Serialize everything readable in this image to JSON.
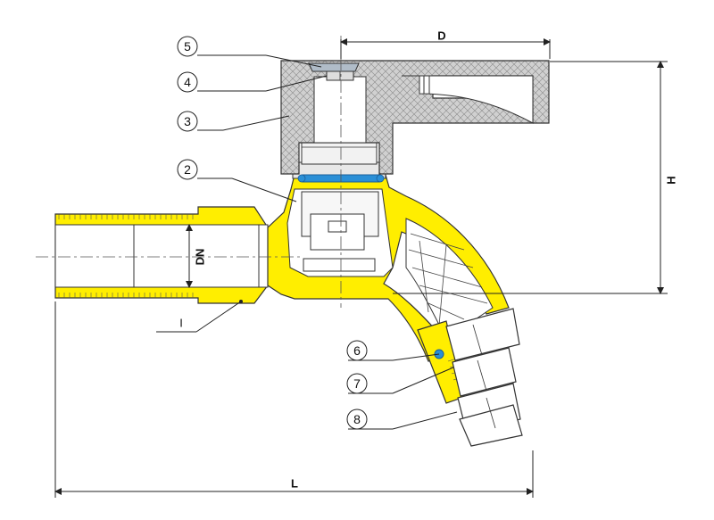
{
  "colors": {
    "brass": "#ffee00",
    "brass_stroke": "#333333",
    "handle_fill": "#c8c8c8",
    "handle_hatch": "#8a8a8a",
    "seal_ring": "#2a8fd6",
    "spindle": "#e8e8e8",
    "line": "#222222"
  },
  "callouts": [
    {
      "id": "5",
      "label": "5"
    },
    {
      "id": "4",
      "label": "4"
    },
    {
      "id": "3",
      "label": "3"
    },
    {
      "id": "2",
      "label": "2"
    },
    {
      "id": "6",
      "label": "6"
    },
    {
      "id": "7",
      "label": "7"
    },
    {
      "id": "8",
      "label": "8"
    }
  ],
  "dimensions": {
    "D": "D",
    "H": "H",
    "DN": "DN",
    "L": "L",
    "I": "I"
  }
}
